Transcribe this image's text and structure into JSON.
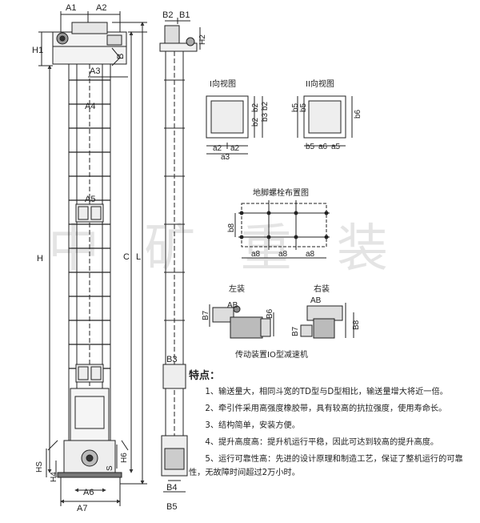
{
  "diagram": {
    "main_labels": {
      "a1": "A1",
      "a2": "A2",
      "h1": "H1",
      "b": "B",
      "a3": "A3",
      "a4": "A4",
      "a5": "A5",
      "h": "H",
      "c": "C",
      "l": "L",
      "hs": "HS",
      "h4": "H4",
      "h6": "H6",
      "s": "S",
      "a6": "A6",
      "a7": "A7"
    },
    "side_labels": {
      "b1": "B1",
      "b2": "B2",
      "h2": "H2",
      "b3": "B3",
      "b4": "B4",
      "b5": "B5"
    },
    "view1": {
      "title": "I向视图",
      "b2a": "b2",
      "b2b": "b2",
      "b2c": "b2",
      "b3": "b3",
      "a2a": "a2",
      "a2b": "a2",
      "a3": "a3"
    },
    "view2": {
      "title": "II向视图",
      "b5a": "b5",
      "b5b": "b5",
      "b6": "b6",
      "b5c": "b5",
      "a6": "a6",
      "a5": "a5"
    },
    "anchor": {
      "title": "地脚螺栓布置图",
      "b8": "b8",
      "a8a": "a8",
      "a8b": "a8",
      "a8c": "a8"
    },
    "drive": {
      "left_title": "左装",
      "right_title": "右装",
      "left": {
        "b7": "B7",
        "ab": "AB",
        "b6": "B6"
      },
      "right": {
        "ab": "AB",
        "b7": "B7",
        "b8": "B8"
      },
      "caption": "传动装置IO型减速机"
    },
    "watermark": "中 矿 重 装"
  },
  "features": {
    "title": "特点：",
    "items": [
      "1、输送量大，相同斗宽的TD型与D型相比，输送量增大将近一倍。",
      "2、牵引件采用高强度橡胶带，具有较高的抗拉强度，使用寿命长。",
      "3、结构简单，安装方便。",
      "4、提升高度高：提升机运行平稳，因此可达到较高的提升高度。",
      "5、运行可靠性高：先进的设计原理和制造工艺，保证了整机运行的可靠性，无故障时间超过2万小时。"
    ]
  }
}
